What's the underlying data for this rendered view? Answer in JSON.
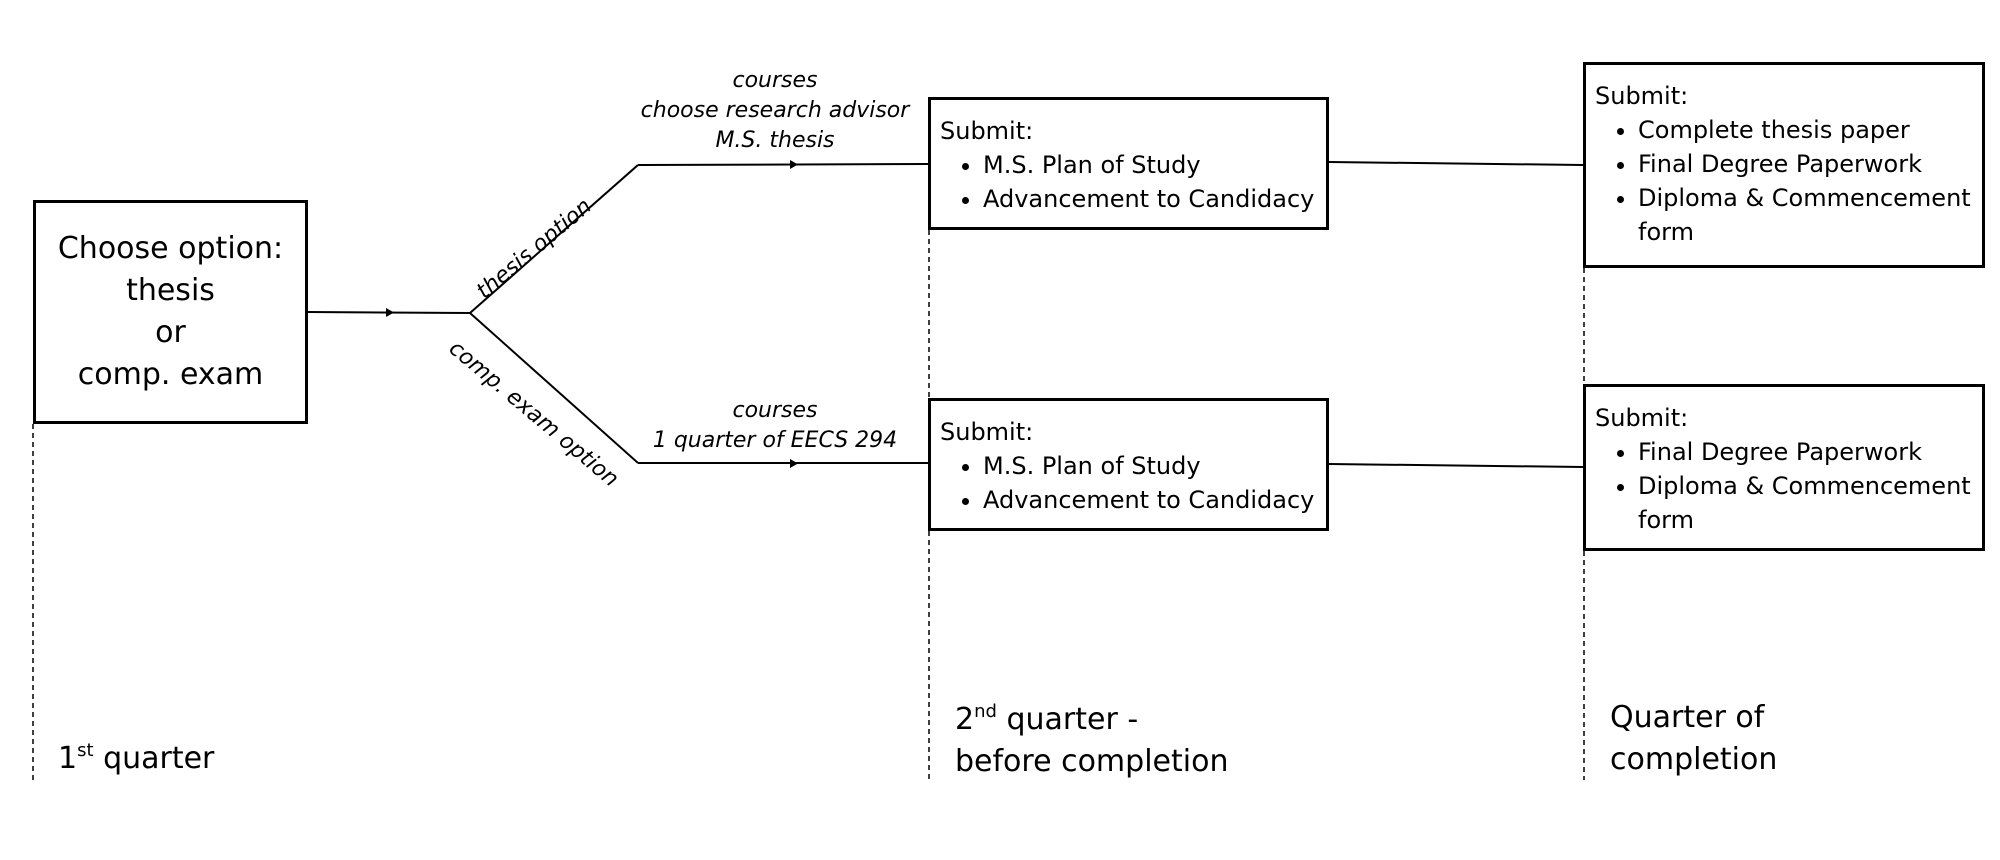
{
  "start": {
    "lines": [
      "Choose option:",
      "thesis",
      "or",
      "comp. exam"
    ]
  },
  "branches": {
    "thesis": {
      "label": "thesis option",
      "path_notes": [
        "courses",
        "choose research advisor",
        "M.S. thesis"
      ],
      "submit_mid": {
        "heading": "Submit:",
        "items": [
          "M.S. Plan of Study",
          "Advancement to Candidacy"
        ]
      },
      "submit_end": {
        "heading": "Submit:",
        "items": [
          "Complete thesis paper",
          "Final Degree Paperwork",
          "Diploma & Commencement form"
        ]
      }
    },
    "exam": {
      "label": "comp. exam option",
      "path_notes": [
        "courses",
        "1 quarter of EECS 294"
      ],
      "submit_mid": {
        "heading": "Submit:",
        "items": [
          "M.S. Plan of Study",
          "Advancement to Candidacy"
        ]
      },
      "submit_end": {
        "heading": "Submit:",
        "items": [
          "Final Degree Paperwork",
          "Diploma & Commencement form"
        ]
      }
    }
  },
  "phases": {
    "first": {
      "num": "1",
      "sup": "st",
      "rest": " quarter"
    },
    "second": {
      "num": "2",
      "sup": "nd",
      "rest": " quarter -",
      "line2": "before completion"
    },
    "final": {
      "line1": "Quarter of",
      "line2": "completion"
    }
  }
}
